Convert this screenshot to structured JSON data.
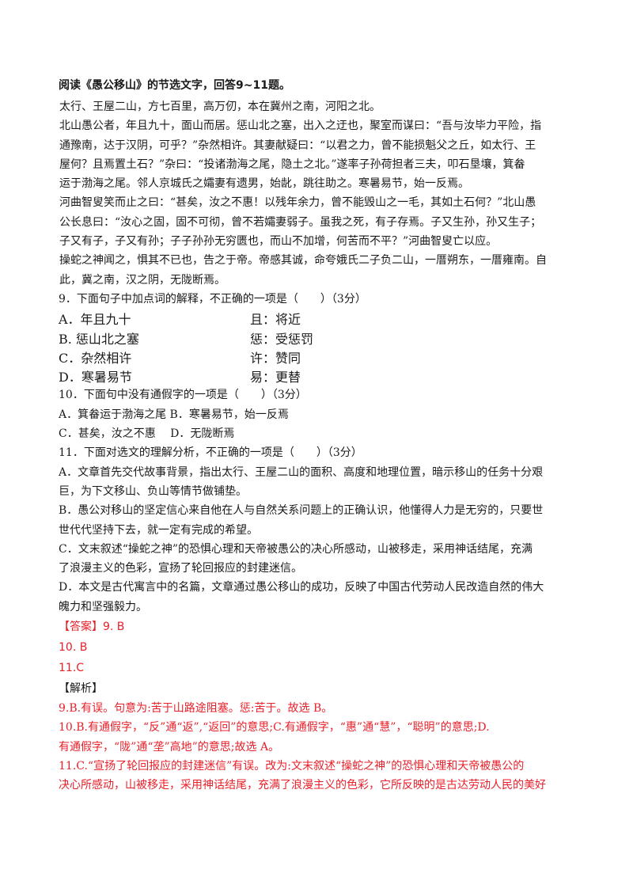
{
  "heading": "阅读《愚公移山》的节选文字，回答9~11题。",
  "passage": [
    "太行、王屋二山，方七百里，高万仞，本在冀州之南，河阳之北。",
    "北山愚公者，年且九十，面山而居。惩山北之塞，出入之迂也，聚室而谋曰：“吾与汝毕力平险，指",
    "通豫南，达于汉阴，可乎？”杂然相许。其妻献疑曰：“以君之力，曾不能损魁父之丘，如太行、王",
    "屋何？且焉置土石？”杂曰：“投诸渤海之尾，隐土之北。”遂率子孙荷担者三夫，叩石垦壤，箕畚",
    "运于渤海之尾。邻人京城氏之孀妻有遗男，始龀，跳往助之。寒暑易节，始一反焉。",
    "河曲智叟笑而止之曰：“甚矣，汝之不惠！以残年余力，曾不能毁山之一毛，其如土石何？”北山愚",
    "公长息曰：“汝心之固，固不可彻，曾不若孀妻弱子。虽我之死，有子存焉。子又生孙，孙又生子；",
    "子又有子，子又有孙；子子孙孙无穷匮也，而山不加增，何苦而不平？”河曲智叟亡以应。",
    "操蛇之神闻之，惧其不已也，告之于帝。帝感其诚，命夸娥氏二子负二山，一厝朔东，一厝雍南。自",
    "此，冀之南，汉之阴，无陇断焉。"
  ],
  "q9": {
    "stem": "9．下面句子中加点词的解释，不正确的一项是（　　）（3分）",
    "options": [
      {
        "left": "A．年且九十",
        "right": "且：将近"
      },
      {
        "left": "B. 惩山北之塞",
        "right": "惩：受惩罚"
      },
      {
        "left": "C．杂然相许",
        "right": "许：赞同"
      },
      {
        "left": "D．寒暑易节",
        "right": "易：更替"
      }
    ]
  },
  "q10": {
    "stem": "10．下面句中没有通假字的一项是（　　）（3分）",
    "lines": [
      "A．箕畚运于渤海之尾 B．寒暑易节，始一反焉",
      "C．甚矣，汝之不惠　 D．无陇断焉"
    ]
  },
  "q11": {
    "stem": "11．下面对选文的理解分析，不正确的一项是（　　）（3分）",
    "lines": [
      "A．文章首先交代故事背景，指出太行、王屋二山的面积、高度和地理位置，暗示移山的任务十分艰",
      "巨，为下文移山、负山等情节做铺垫。",
      "B．愚公对移山的坚定信心来自他在人与自然关系问题上的正确认识，他懂得人力是无穷的，只要世",
      "世代代坚持下去，就一定有完成的希望。",
      "C．文末叙述“操蛇之神”的恐惧心理和天帝被愚公的决心所感动，山被移走，采用神话结尾，充满",
      "了浪漫主义的色彩，宣扬了轮回报应的封建迷信。",
      "D．本文是古代寓言中的名篇，文章通过愚公移山的成功，反映了中国古代劳动人民改造自然的伟大",
      "魄力和坚强毅力。"
    ]
  },
  "answer": {
    "label": "【答案】",
    "first": "9. B",
    "items": [
      "10. B",
      "11.C"
    ]
  },
  "analysis": {
    "label": "【解析】",
    "lines": [
      "9.B.有误。句意为:苦于山路途阻塞。惩:苦于。故选 B。",
      "10.B.有通假字，“反”通“返”,“返回”的意思;C.有通假字，“惠”通“慧”，“聪明”的意思;D.",
      "有通假字，“陇”通“垄”高地”的意思;故选 A。",
      "11.C.“宣扬了轮回报应的封建迷信”有误。改为:文末叙述“操蛇之神”的恐惧心理和天帝被愚公的",
      "决心所感动，山被移走，采用神话结尾，充满了浪漫主义的色彩，它所反映的是古达劳动人民的美好"
    ]
  }
}
